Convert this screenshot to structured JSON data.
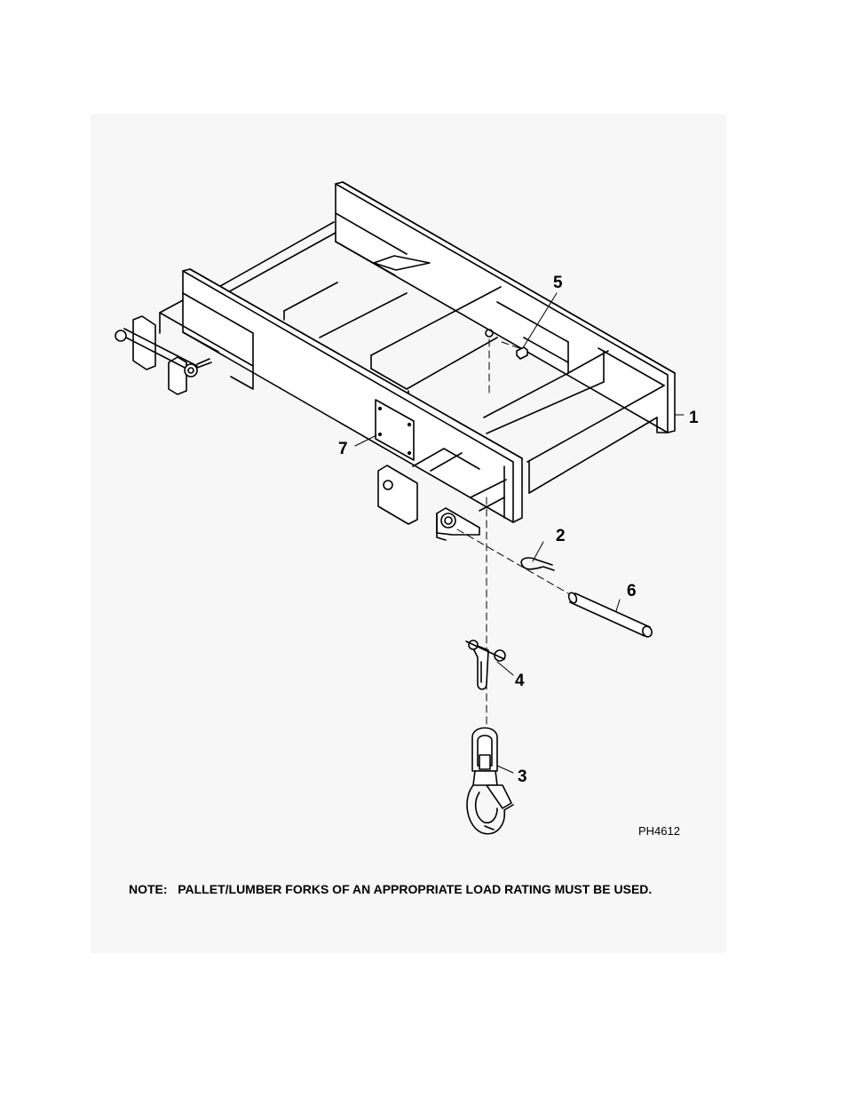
{
  "callouts": {
    "c1": "1",
    "c2": "2",
    "c3": "3",
    "c4": "4",
    "c5": "5",
    "c6": "6",
    "c7": "7"
  },
  "figure_code": "PH4612",
  "note": "NOTE:   PALLET/LUMBER FORKS OF AN APPROPRIATE LOAD RATING MUST BE USED.",
  "colors": {
    "line": "#000000",
    "paper": "#ffffff",
    "plate": "#f7f7f7"
  }
}
